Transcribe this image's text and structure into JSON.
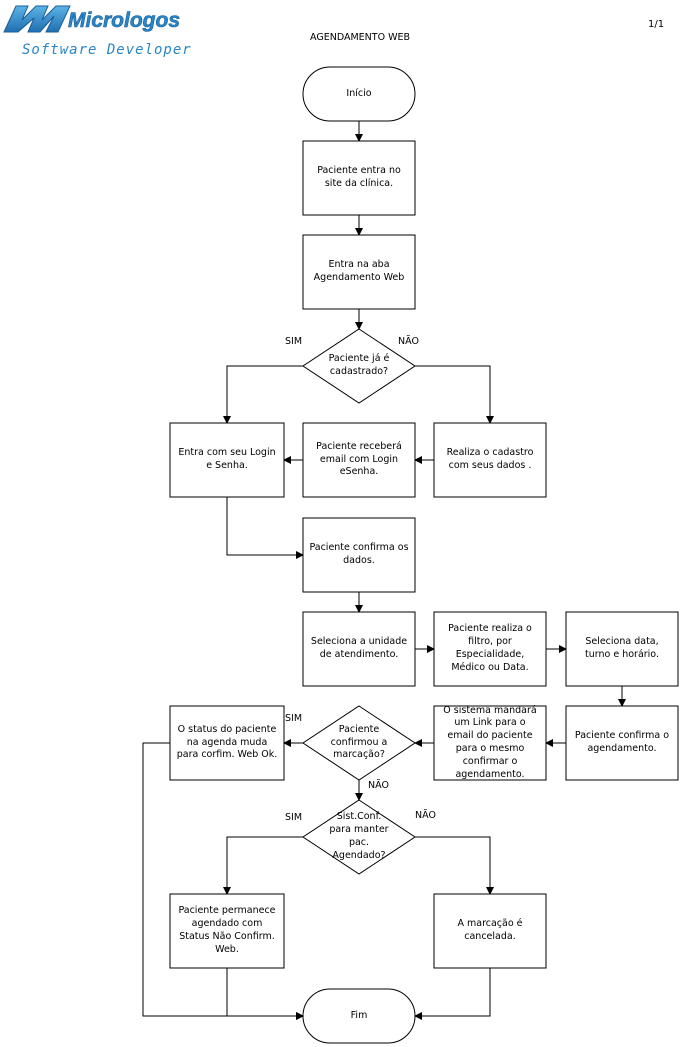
{
  "header": {
    "brand_name": "Micrologos",
    "brand_tagline": "Software Developer",
    "page_number": "1/1",
    "title": "AGENDAMENTO WEB"
  },
  "colors": {
    "brand_blue": "#2f8fcf",
    "brand_dark": "#1f6fb0",
    "line": "#000000"
  },
  "nodes": [
    {
      "id": "inicio",
      "shape": "terminal",
      "text": "Início"
    },
    {
      "id": "entra_site",
      "shape": "process",
      "text": "Paciente entra no site da clínica."
    },
    {
      "id": "aba_web",
      "shape": "process",
      "text": "Entra na aba Agendamento Web"
    },
    {
      "id": "cadastrado",
      "shape": "decision",
      "text": "Paciente já é cadastrado?"
    },
    {
      "id": "login",
      "shape": "process",
      "text": "Entra com seu Login e Senha."
    },
    {
      "id": "recebe_email",
      "shape": "process",
      "text": "Paciente receberá email com Login eSenha."
    },
    {
      "id": "cadastro",
      "shape": "process",
      "text": "Realiza o cadastro com seus dados ."
    },
    {
      "id": "confirma_dados",
      "shape": "process",
      "text": "Paciente confirma os dados."
    },
    {
      "id": "unidade",
      "shape": "process",
      "text": "Seleciona a unidade de atendimento."
    },
    {
      "id": "filtro",
      "shape": "process",
      "text": "Paciente realiza o filtro, por Especialidade, Médico ou Data."
    },
    {
      "id": "data_turno",
      "shape": "process",
      "text": "Seleciona data, turno e horário."
    },
    {
      "id": "confirma_agend",
      "shape": "process",
      "text": "Paciente confirma o agendamento."
    },
    {
      "id": "sistema_link",
      "shape": "process",
      "text": "O sistema mandará um Link para o email do paciente para o mesmo confirmar o agendamento."
    },
    {
      "id": "confirmou",
      "shape": "decision",
      "text": "Paciente confirmou a marcação?"
    },
    {
      "id": "status_ok",
      "shape": "process",
      "text": "O status do paciente na agenda muda para corfim. Web Ok."
    },
    {
      "id": "sist_conf",
      "shape": "decision",
      "text": "Sist.Conf. para manter pac. Agendado?"
    },
    {
      "id": "permanece",
      "shape": "process",
      "text": "Paciente permanece agendado com Status Não Confirm. Web."
    },
    {
      "id": "cancelada",
      "shape": "process",
      "text": "A marcação é cancelada."
    },
    {
      "id": "fim",
      "shape": "terminal",
      "text": "Fim"
    }
  ],
  "edges": [
    {
      "from": "inicio",
      "to": "entra_site",
      "label": ""
    },
    {
      "from": "entra_site",
      "to": "aba_web",
      "label": ""
    },
    {
      "from": "aba_web",
      "to": "cadastrado",
      "label": ""
    },
    {
      "from": "cadastrado",
      "to": "login",
      "label": "SIM"
    },
    {
      "from": "cadastrado",
      "to": "cadastro",
      "label": "NÃO"
    },
    {
      "from": "cadastro",
      "to": "recebe_email",
      "label": ""
    },
    {
      "from": "recebe_email",
      "to": "login",
      "label": ""
    },
    {
      "from": "login",
      "to": "confirma_dados",
      "label": ""
    },
    {
      "from": "confirma_dados",
      "to": "unidade",
      "label": ""
    },
    {
      "from": "unidade",
      "to": "filtro",
      "label": ""
    },
    {
      "from": "filtro",
      "to": "data_turno",
      "label": ""
    },
    {
      "from": "data_turno",
      "to": "confirma_agend",
      "label": ""
    },
    {
      "from": "confirma_agend",
      "to": "sistema_link",
      "label": ""
    },
    {
      "from": "sistema_link",
      "to": "confirmou",
      "label": ""
    },
    {
      "from": "confirmou",
      "to": "status_ok",
      "label": "SIM"
    },
    {
      "from": "confirmou",
      "to": "sist_conf",
      "label": "NÃO"
    },
    {
      "from": "sist_conf",
      "to": "permanece",
      "label": "SIM"
    },
    {
      "from": "sist_conf",
      "to": "cancelada",
      "label": "NÃO"
    },
    {
      "from": "status_ok",
      "to": "fim",
      "label": ""
    },
    {
      "from": "permanece",
      "to": "fim",
      "label": ""
    },
    {
      "from": "cancelada",
      "to": "fim",
      "label": ""
    }
  ]
}
